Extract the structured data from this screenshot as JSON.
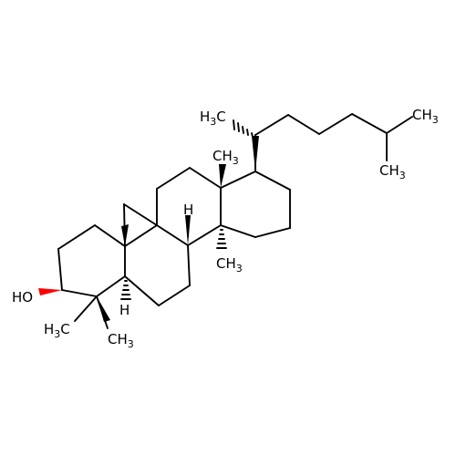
{
  "molecule": {
    "atom_labels": {
      "hydroxyl": {
        "text": "HO",
        "color": "#ff0000"
      },
      "ring_junction_h_upper": "H",
      "ring_junction_h_lower": "H",
      "methyl_c13": {
        "base": "CH",
        "sub": "3"
      },
      "methyl_c14": {
        "base": "CH",
        "sub": "3"
      },
      "methyl_c20": {
        "base": "H",
        "sub": "3",
        "tail": "C"
      },
      "methyl_c25": {
        "base": "CH",
        "sub": "3"
      },
      "methyl_c25b": {
        "base": "CH",
        "sub": "3"
      },
      "methyl_c4a": {
        "base": "H",
        "sub": "3",
        "tail": "C"
      },
      "methyl_c4b": {
        "base": "CH",
        "sub": "3"
      }
    },
    "colors": {
      "bond": "#000000",
      "heteroatom_oxygen": "#ff0000",
      "background": "#ffffff"
    }
  }
}
